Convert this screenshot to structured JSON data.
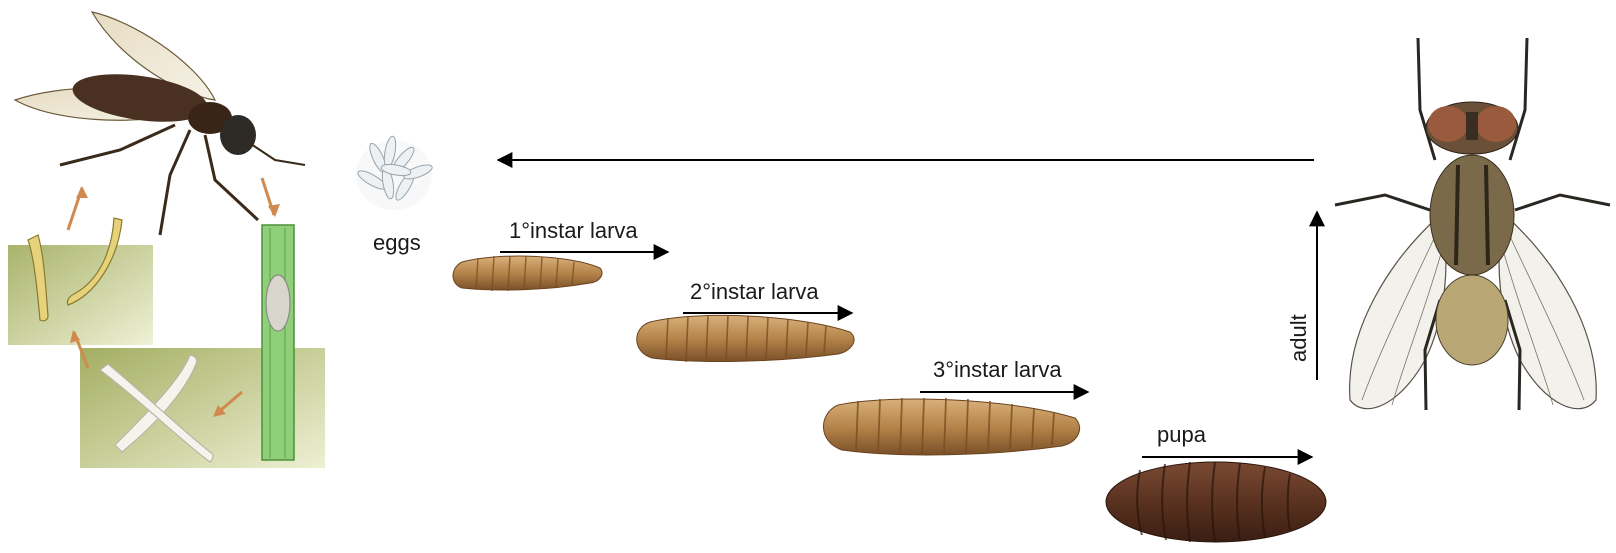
{
  "stages": {
    "eggs": "eggs",
    "larva1": "1°instar larva",
    "larva2": "2°instar larva",
    "larva3": "3°instar larva",
    "pupa": "pupa",
    "adult": "adult"
  },
  "colors": {
    "larva": "#b98a4e",
    "larva_segment": "#8a5a2a",
    "pupa": "#5a3220",
    "egg": "#e8ecef",
    "arrow": "#000000",
    "habitat_green": "#9aa84a",
    "stem_green": "#7fbf6a"
  },
  "icons": [
    "tabanid-fly-illustration",
    "egg-cluster",
    "larva",
    "pupa",
    "housefly"
  ]
}
